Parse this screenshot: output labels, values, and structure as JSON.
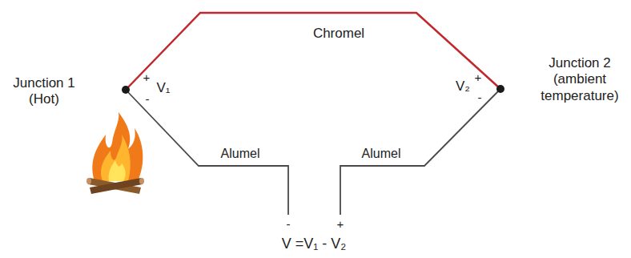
{
  "diagram": {
    "labels": [
      "Junction 1 (Hot)",
      "+",
      "V₁",
      "-",
      "Chromel",
      "V₂",
      "+",
      "-",
      "Junction 2 (ambient temperature)",
      "Alumel",
      "Alumel",
      "-",
      "+",
      "V =V₁ - V₂"
    ]
  }
}
